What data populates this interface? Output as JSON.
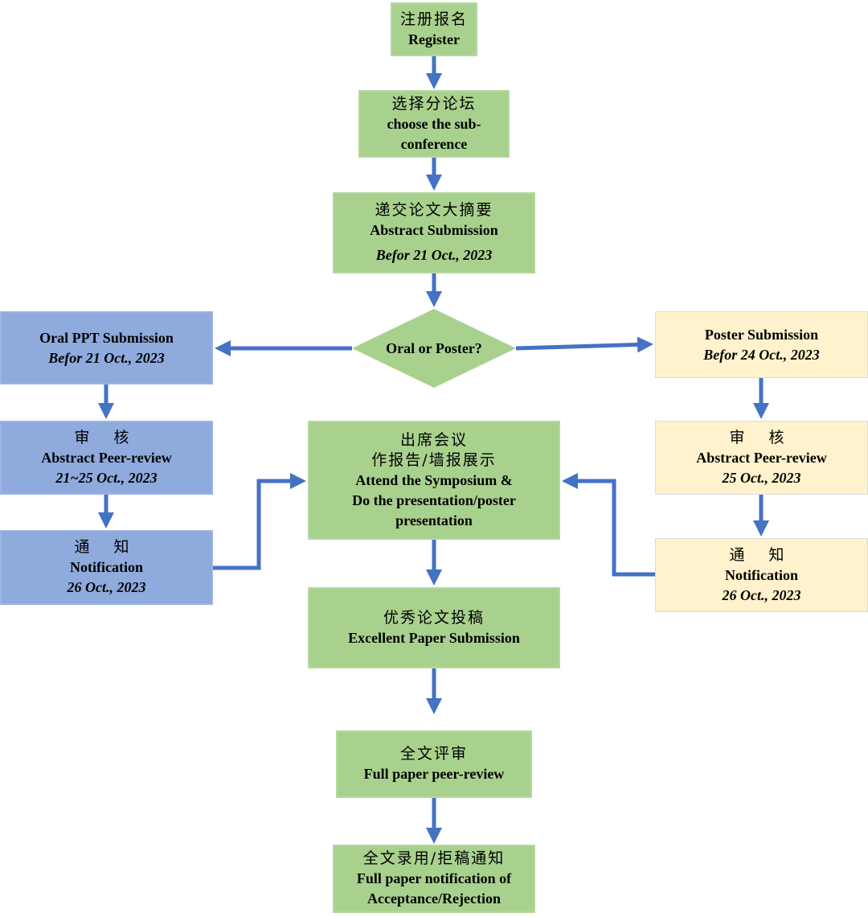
{
  "colors": {
    "green": "#a9d18e",
    "blue": "#8faadc",
    "cream": "#fff2cc",
    "arrow": "#4472c4"
  },
  "nodes": {
    "register": {
      "zh": "注册报名",
      "en": "Register"
    },
    "choose": {
      "zh": "选择分论坛",
      "en1": "choose the sub-",
      "en2": "conference"
    },
    "abstract": {
      "zh": "递交论文大摘要",
      "en": "Abstract Submission",
      "date": "Befor 21 Oct., 2023"
    },
    "decision": {
      "label": "Oral or Poster?"
    },
    "oral_ppt": {
      "en": "Oral PPT Submission",
      "date": "Befor 21 Oct., 2023"
    },
    "oral_review": {
      "zh": "审 核",
      "en": "Abstract Peer-review",
      "date": "21~25 Oct., 2023"
    },
    "oral_notification": {
      "zh": "通 知",
      "en": "Notification",
      "date": "26 Oct., 2023"
    },
    "poster_submission": {
      "en": "Poster Submission",
      "date": "Befor 24 Oct., 2023"
    },
    "poster_review": {
      "zh": "审 核",
      "en": "Abstract Peer-review",
      "date": "25 Oct., 2023"
    },
    "poster_notification": {
      "zh": "通 知",
      "en": "Notification",
      "date": "26 Oct., 2023"
    },
    "attend": {
      "zh1": "出席会议",
      "zh2": "作报告/墙报展示",
      "en1": "Attend the Symposium &",
      "en2": "Do the presentation/poster",
      "en3": "presentation"
    },
    "excellent": {
      "zh": "优秀论文投稿",
      "en": "Excellent Paper Submission"
    },
    "fullreview": {
      "zh": "全文评审",
      "en": "Full paper peer-review"
    },
    "fullnotify": {
      "zh": "全文录用/拒稿通知",
      "en1": "Full paper notification of",
      "en2": "Acceptance/Rejection"
    }
  }
}
